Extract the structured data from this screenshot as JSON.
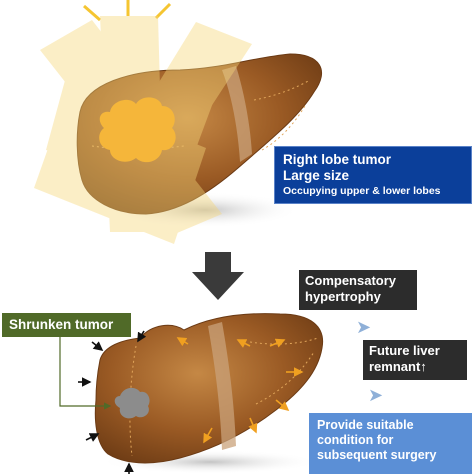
{
  "labels": {
    "tumor_box": {
      "line1": "Right lobe tumor",
      "line2": "Large size",
      "line3": "Occupying upper & lower lobes"
    },
    "shrunken": "Shrunken tumor",
    "compensatory": {
      "line1": "Compensatory",
      "line2": "hypertrophy"
    },
    "remnant": {
      "line1": "Future liver",
      "line2": "remnant↑"
    },
    "surgery": {
      "line1": "Provide suitable",
      "line2": "condition for",
      "line3": "subsequent surgery"
    }
  },
  "colors": {
    "liver": "#9a5a24",
    "radiation": "#f6d77a",
    "tumor": "#f5b63a",
    "shrunken_tumor": "#8c8c8c",
    "main_arrow": "#3a3a3a",
    "growth_arrows": "#f0a020"
  }
}
